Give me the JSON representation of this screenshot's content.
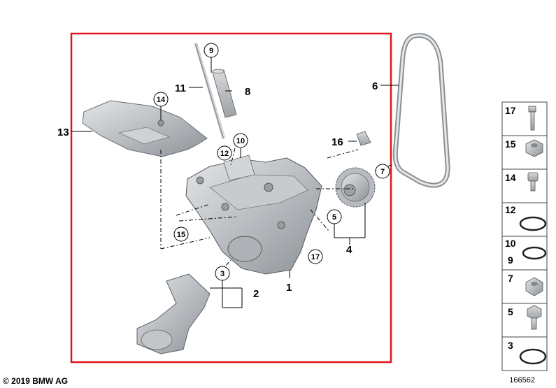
{
  "accent_color": "#e0161b",
  "part_labels": {
    "p1": "1",
    "p2": "2",
    "p4": "4",
    "p6": "6",
    "p8": "8",
    "p11": "11",
    "p13": "13",
    "p16": "16"
  },
  "callouts": {
    "c3": "3",
    "c5": "5",
    "c7": "7",
    "c9": "9",
    "c10": "10",
    "c12": "12",
    "c14": "14",
    "c15": "15",
    "c17": "17"
  },
  "legend": {
    "r1": "17",
    "r2": "15",
    "r3": "14",
    "r4": "12",
    "r5a": "10",
    "r5b": "9",
    "r6": "7",
    "r7": "5",
    "r8": "3"
  },
  "footer": {
    "copyright": "© 2019 BMW AG",
    "diagram_id": "166562"
  }
}
